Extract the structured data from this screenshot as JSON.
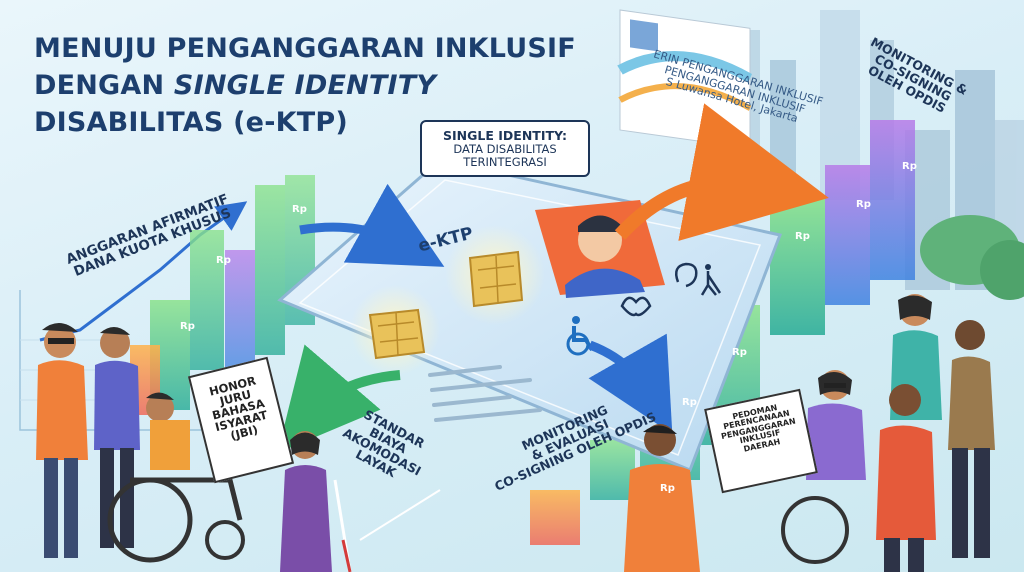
{
  "title": {
    "line1": "MENUJU PENGANGGARAN INKLUSIF",
    "line2_prefix": "DENGAN ",
    "line2_em": "SINGLE IDENTITY",
    "line3": "DISABILITAS (e-KTP)"
  },
  "callout": {
    "heading": "SINGLE IDENTITY:",
    "body": "DATA DISABILITAS\nTERINTEGRASI"
  },
  "card": {
    "label": "e-KTP"
  },
  "labels": {
    "anggaran": "ANGGARAN AFIRMATIF\nDANA KUOTA KHUSUS",
    "standar": "STANDAR\nBIAYA\nAKOMODASI\nLAYAK",
    "monitoring_center": "MONITORING\n& EVALUASI\nCO-SIGNING OLEH OPDIS",
    "monitoring_right": "MONITORING &\nCO-SIGNING\nOLEH OPDIS"
  },
  "signs": {
    "honor": "HONOR\nJURU\nBAHASA\nISYARAT\n(JBI)",
    "pedoman": "PEDOMAN\nPERENCANAAN\nPENGANGGARAN\nINKLUSIF\nDAERAH"
  },
  "banner": {
    "text": "ERIN PENGANGGARAN INKLUSIF\nPENGANGGARAN INKLUSIF\nS Luwansa Hotel, Jakarta"
  },
  "currency_symbol": "Rp",
  "colors": {
    "title": "#1d3f6e",
    "card": "#cfe6f6",
    "chip": "#e9c25a",
    "photo_bg": "#f06a3a",
    "accessibility_icon": "#1f6fc0",
    "arrow_orange": "#f07a2a",
    "arrow_blue": "#2f6fd0",
    "arrow_green": "#38b16a"
  },
  "icons": [
    "wheelchair-icon",
    "sign-language-icon",
    "deaf-icon",
    "blind-cane-icon"
  ]
}
